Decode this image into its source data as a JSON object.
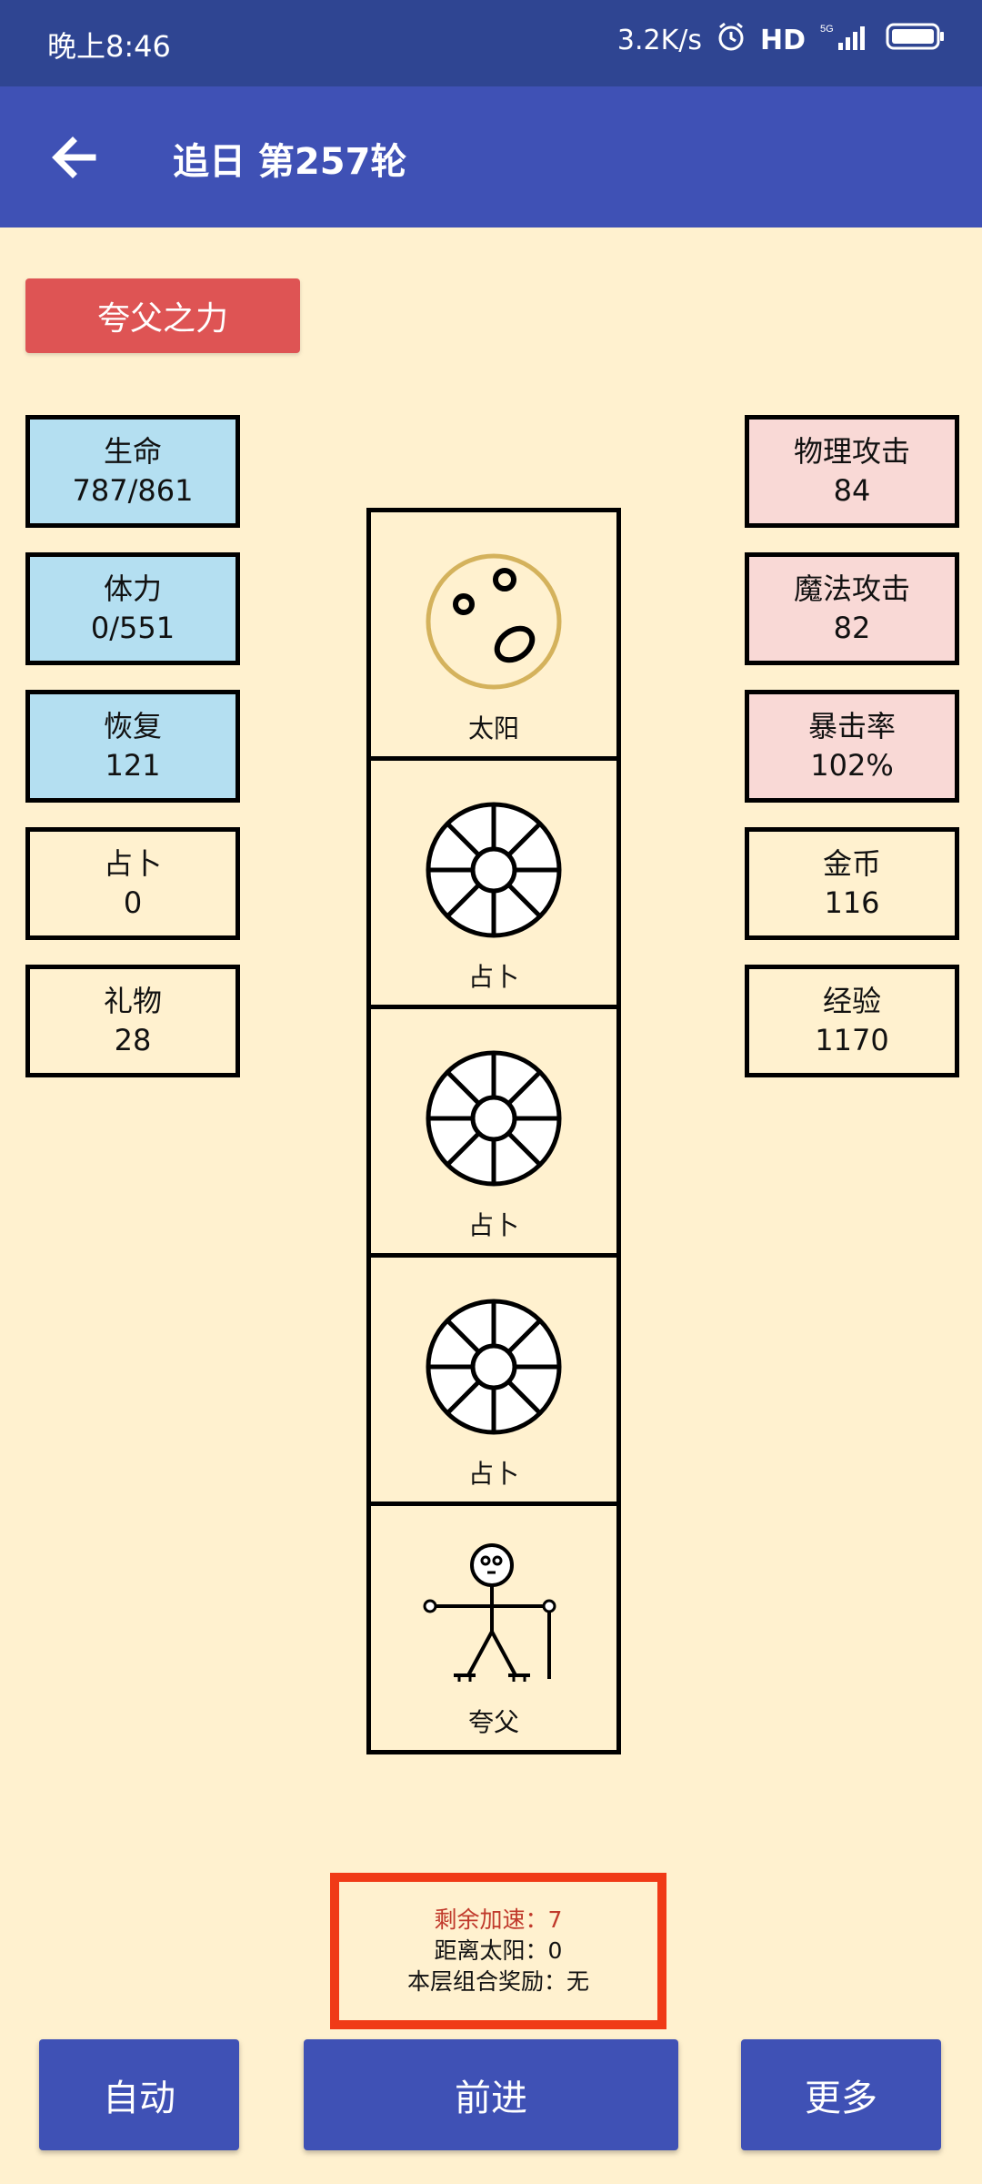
{
  "status_bar": {
    "time": "晚上8:46",
    "speed": "3.2K/s",
    "hd": "HD",
    "network": "5G"
  },
  "app_bar": {
    "title": "追日 第257轮"
  },
  "power_button": "夸父之力",
  "left_stats": [
    {
      "label": "生命",
      "value": "787/861"
    },
    {
      "label": "体力",
      "value": "0/551"
    },
    {
      "label": "恢复",
      "value": "121"
    },
    {
      "label": "占卜",
      "value": "0"
    },
    {
      "label": "礼物",
      "value": "28"
    }
  ],
  "right_stats": [
    {
      "label": "物理攻击",
      "value": "84"
    },
    {
      "label": "魔法攻击",
      "value": "82"
    },
    {
      "label": "暴击率",
      "value": "102%"
    },
    {
      "label": "金币",
      "value": "116"
    },
    {
      "label": "经验",
      "value": "1170"
    }
  ],
  "track": [
    {
      "label": "太阳",
      "icon": "sun-icon"
    },
    {
      "label": "占卜",
      "icon": "wheel-icon"
    },
    {
      "label": "占卜",
      "icon": "wheel-icon"
    },
    {
      "label": "占卜",
      "icon": "wheel-icon"
    },
    {
      "label": "夸父",
      "icon": "stick-figure-icon"
    }
  ],
  "info": {
    "accel": "剩余加速：7",
    "distance": "距离太阳：0",
    "reward": "本层组合奖励：无"
  },
  "buttons": {
    "auto": "自动",
    "forward": "前进",
    "more": "更多"
  },
  "colors": {
    "status_bar": "#2f4592",
    "app_bar": "#3f51b5",
    "background": "#fff1cf",
    "power_button": "#de5454",
    "stat_blue": "#b4dff1",
    "stat_pink": "#f9d9d6",
    "info_border": "#f03a17"
  }
}
